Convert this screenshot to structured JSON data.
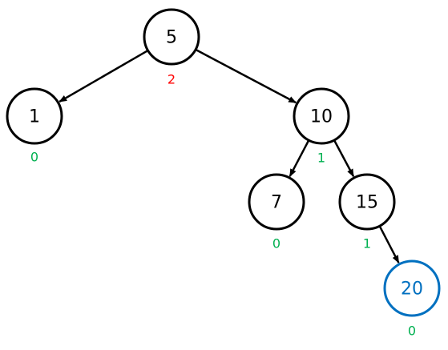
{
  "colors": {
    "node_default": "#000000",
    "node_inserted": "#0070c0",
    "balance_ok": "#00b050",
    "balance_unbalanced": "#ff0000",
    "edge": "#000000"
  },
  "tree": {
    "nodes": [
      {
        "id": "n5",
        "value": "5",
        "balance": "2",
        "status": "unbalanced",
        "highlight": "default"
      },
      {
        "id": "n1",
        "value": "1",
        "balance": "0",
        "status": "ok",
        "highlight": "default"
      },
      {
        "id": "n10",
        "value": "10",
        "balance": "1",
        "status": "ok",
        "highlight": "default"
      },
      {
        "id": "n7",
        "value": "7",
        "balance": "0",
        "status": "ok",
        "highlight": "default"
      },
      {
        "id": "n15",
        "value": "15",
        "balance": "1",
        "status": "ok",
        "highlight": "default"
      },
      {
        "id": "n20",
        "value": "20",
        "balance": "0",
        "status": "ok",
        "highlight": "inserted"
      }
    ],
    "edges": [
      {
        "from": "n5",
        "to": "n1"
      },
      {
        "from": "n5",
        "to": "n10"
      },
      {
        "from": "n10",
        "to": "n7"
      },
      {
        "from": "n10",
        "to": "n15"
      },
      {
        "from": "n15",
        "to": "n20"
      }
    ]
  }
}
